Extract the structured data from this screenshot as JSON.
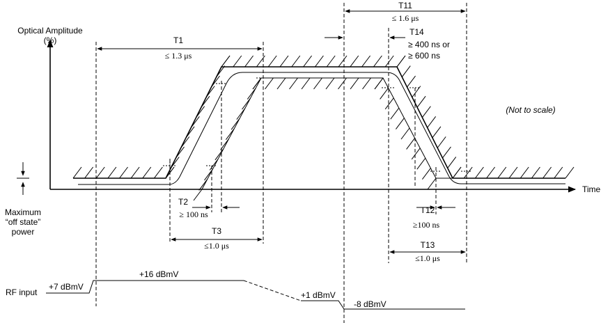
{
  "axes": {
    "y_label_line1": "Optical Amplitude",
    "y_label_line2": "(%)",
    "x_label": "Time"
  },
  "off_state": {
    "line1": "Maximum",
    "line2": "“off state”",
    "line3": "power"
  },
  "note": "(Not to scale)",
  "timings": {
    "t1": {
      "name": "T1",
      "value": "≤ 1.3 μs"
    },
    "t2": {
      "name": "T2",
      "value": "≥ 100 ns"
    },
    "t3": {
      "name": "T3",
      "value": "≤1.0 μs"
    },
    "t11": {
      "name": "T11",
      "value": "≤ 1.6 μs"
    },
    "t12": {
      "name": "T12",
      "value": "≥100 ns"
    },
    "t13": {
      "name": "T13",
      "value": "≤1.0 μs"
    },
    "t14": {
      "name": "T14",
      "value_line1": "≥ 400 ns or",
      "value_line2": "≥ 600 ns"
    }
  },
  "rf": {
    "label": "RF input",
    "level_1": "+7 dBmV",
    "level_2": "+16 dBmV",
    "level_3": "+1 dBmV",
    "level_4": "-8 dBmV"
  }
}
